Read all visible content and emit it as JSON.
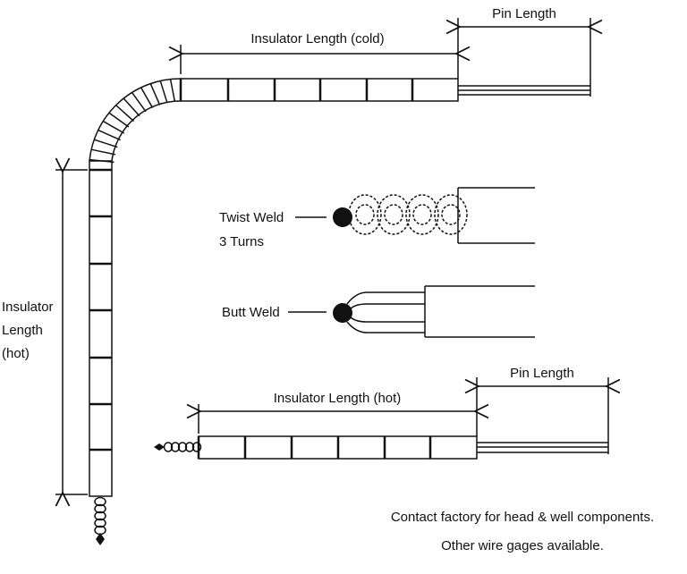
{
  "labels": {
    "insulator_cold": "Insulator Length (cold)",
    "pin_length_top": "Pin Length",
    "insulator_hot_vertical": [
      "Insulator",
      "Length",
      "(hot)"
    ],
    "twist_weld": "Twist Weld",
    "twist_turns": "3 Turns",
    "butt_weld": "Butt Weld",
    "insulator_hot_bottom": "Insulator Length (hot)",
    "pin_length_bottom": "Pin Length"
  },
  "notes": [
    "Contact factory for head & well components.",
    "Other wire gages available."
  ]
}
